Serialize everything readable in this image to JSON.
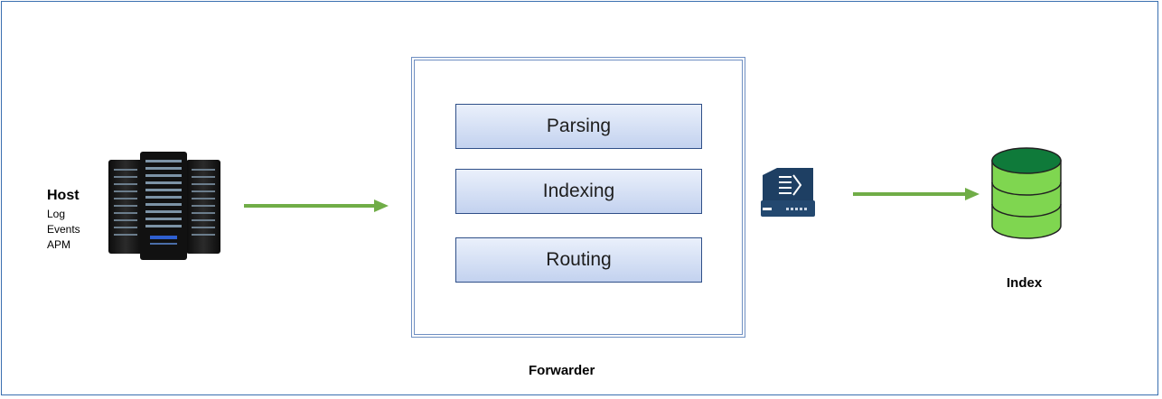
{
  "host": {
    "title": "Host",
    "items": [
      "Log",
      "Events",
      "APM"
    ]
  },
  "forwarder": {
    "label": "Forwarder",
    "stages": [
      "Parsing",
      "Indexing",
      "Routing"
    ]
  },
  "index": {
    "label": "Index"
  },
  "icons": {
    "host": "server-rack-icon",
    "forwarder": "router-appliance-icon",
    "index": "database-icon"
  },
  "colors": {
    "arrow": "#70ad47",
    "stage_border": "#2f4f88",
    "db_top": "#0f7a3a",
    "db_body": "#7fd650",
    "frame": "#3a6fb0"
  }
}
